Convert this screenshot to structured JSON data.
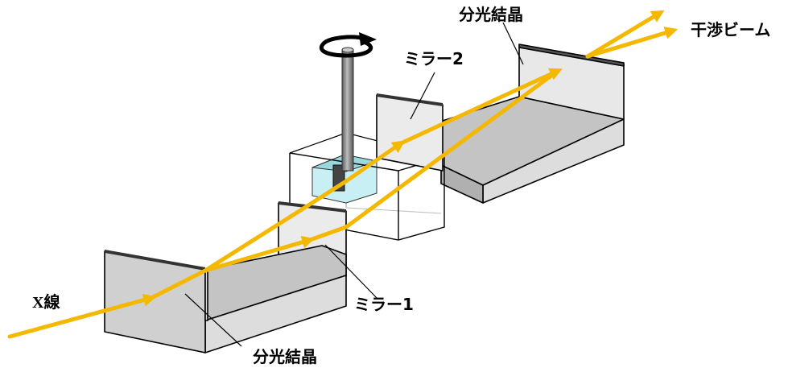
{
  "labels": {
    "crystal_top": "分光結晶",
    "crystal_bottom": "分光結晶",
    "mirror1": "ミラー1",
    "mirror2": "ミラー2",
    "xray": "X線",
    "interference_beam": "干渉ビーム"
  },
  "colors": {
    "beam": "#F5B800",
    "crystal_face": "#D9D9D9",
    "crystal_top_face": "#C2C2C2",
    "mirror_face": "#EBEBEB",
    "sample_cell": "#C8F0F4",
    "rod": "#7A7A7A"
  },
  "icons": {
    "rotation": "rotation-arrow-icon"
  }
}
